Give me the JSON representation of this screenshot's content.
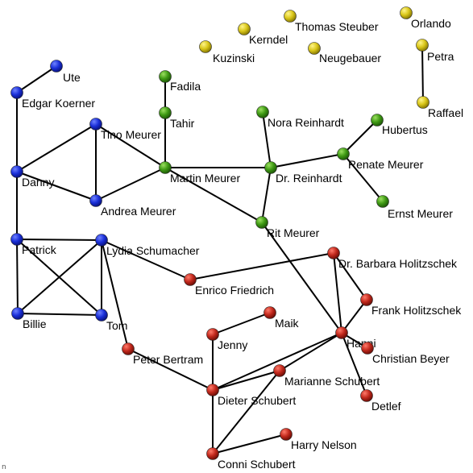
{
  "graph": {
    "node_colors": {
      "blue": "#1a2fd8",
      "green": "#3f9a14",
      "yellow": "#d9c619",
      "red": "#c1281c"
    },
    "nodes": [
      {
        "id": "ute",
        "label": "Ute",
        "color": "blue"
      },
      {
        "id": "edgar",
        "label": "Edgar Koerner",
        "color": "blue"
      },
      {
        "id": "danny",
        "label": "Danny",
        "color": "blue"
      },
      {
        "id": "tino",
        "label": "Tino Meurer",
        "color": "blue"
      },
      {
        "id": "andrea",
        "label": "Andrea Meurer",
        "color": "blue"
      },
      {
        "id": "patrick",
        "label": "Patrick",
        "color": "blue"
      },
      {
        "id": "lydia",
        "label": "Lydia Schumacher",
        "color": "blue"
      },
      {
        "id": "billie",
        "label": "Billie",
        "color": "blue"
      },
      {
        "id": "tom",
        "label": "Tom",
        "color": "blue"
      },
      {
        "id": "fadila",
        "label": "Fadila",
        "color": "green"
      },
      {
        "id": "tahir",
        "label": "Tahir",
        "color": "green"
      },
      {
        "id": "martin",
        "label": "Martin Meurer",
        "color": "green"
      },
      {
        "id": "nora",
        "label": "Nora Reinhardt",
        "color": "green"
      },
      {
        "id": "dr_reinhardt",
        "label": "Dr. Reinhardt",
        "color": "green"
      },
      {
        "id": "hubertus",
        "label": "Hubertus",
        "color": "green"
      },
      {
        "id": "renate",
        "label": "Renate Meurer",
        "color": "green"
      },
      {
        "id": "ernst",
        "label": "Ernst Meurer",
        "color": "green"
      },
      {
        "id": "rit",
        "label": "Rit Meurer",
        "color": "green"
      },
      {
        "id": "kerndel",
        "label": "Kerndel",
        "color": "yellow"
      },
      {
        "id": "thomas",
        "label": "Thomas Steuber",
        "color": "yellow"
      },
      {
        "id": "orlando",
        "label": "Orlando",
        "color": "yellow"
      },
      {
        "id": "kuzinski",
        "label": "Kuzinski",
        "color": "yellow"
      },
      {
        "id": "neugebauer",
        "label": "Neugebauer",
        "color": "yellow"
      },
      {
        "id": "petra",
        "label": "Petra",
        "color": "yellow"
      },
      {
        "id": "raffael",
        "label": "Raffael",
        "color": "yellow"
      },
      {
        "id": "barbara",
        "label": "Dr. Barbara Holitzschek",
        "color": "red"
      },
      {
        "id": "enrico",
        "label": "Enrico Friedrich",
        "color": "red"
      },
      {
        "id": "frank",
        "label": "Frank Holitzschek",
        "color": "red"
      },
      {
        "id": "maik",
        "label": "Maik",
        "color": "red"
      },
      {
        "id": "jenny",
        "label": "Jenny",
        "color": "red"
      },
      {
        "id": "hanni",
        "label": "Hanni",
        "color": "red"
      },
      {
        "id": "christian",
        "label": "Christian Beyer",
        "color": "red"
      },
      {
        "id": "peter",
        "label": "Peter Bertram",
        "color": "red"
      },
      {
        "id": "marianne",
        "label": "Marianne Schubert",
        "color": "red"
      },
      {
        "id": "dieter",
        "label": "Dieter Schubert",
        "color": "red"
      },
      {
        "id": "detlef",
        "label": "Detlef",
        "color": "red"
      },
      {
        "id": "harry",
        "label": "Harry Nelson",
        "color": "red"
      },
      {
        "id": "conni",
        "label": "Conni Schubert",
        "color": "red"
      }
    ],
    "edges": [
      [
        "ute",
        "edgar"
      ],
      [
        "edgar",
        "danny"
      ],
      [
        "danny",
        "tino"
      ],
      [
        "danny",
        "andrea"
      ],
      [
        "danny",
        "patrick"
      ],
      [
        "tino",
        "andrea"
      ],
      [
        "tino",
        "martin"
      ],
      [
        "andrea",
        "martin"
      ],
      [
        "patrick",
        "lydia"
      ],
      [
        "patrick",
        "billie"
      ],
      [
        "patrick",
        "tom"
      ],
      [
        "lydia",
        "billie"
      ],
      [
        "lydia",
        "tom"
      ],
      [
        "billie",
        "tom"
      ],
      [
        "lydia",
        "enrico"
      ],
      [
        "lydia",
        "peter"
      ],
      [
        "fadila",
        "tahir"
      ],
      [
        "tahir",
        "martin"
      ],
      [
        "martin",
        "dr_reinhardt"
      ],
      [
        "martin",
        "rit"
      ],
      [
        "nora",
        "dr_reinhardt"
      ],
      [
        "dr_reinhardt",
        "renate"
      ],
      [
        "dr_reinhardt",
        "rit"
      ],
      [
        "renate",
        "hubertus"
      ],
      [
        "renate",
        "ernst"
      ],
      [
        "rit",
        "hanni"
      ],
      [
        "petra",
        "raffael"
      ],
      [
        "enrico",
        "barbara"
      ],
      [
        "barbara",
        "frank"
      ],
      [
        "barbara",
        "hanni"
      ],
      [
        "frank",
        "hanni"
      ],
      [
        "hanni",
        "christian"
      ],
      [
        "hanni",
        "marianne"
      ],
      [
        "hanni",
        "dieter"
      ],
      [
        "hanni",
        "detlef"
      ],
      [
        "jenny",
        "maik"
      ],
      [
        "jenny",
        "dieter"
      ],
      [
        "peter",
        "dieter"
      ],
      [
        "marianne",
        "dieter"
      ],
      [
        "marianne",
        "conni"
      ],
      [
        "dieter",
        "conni"
      ],
      [
        "conni",
        "harry"
      ]
    ]
  },
  "corner_mark": "n"
}
